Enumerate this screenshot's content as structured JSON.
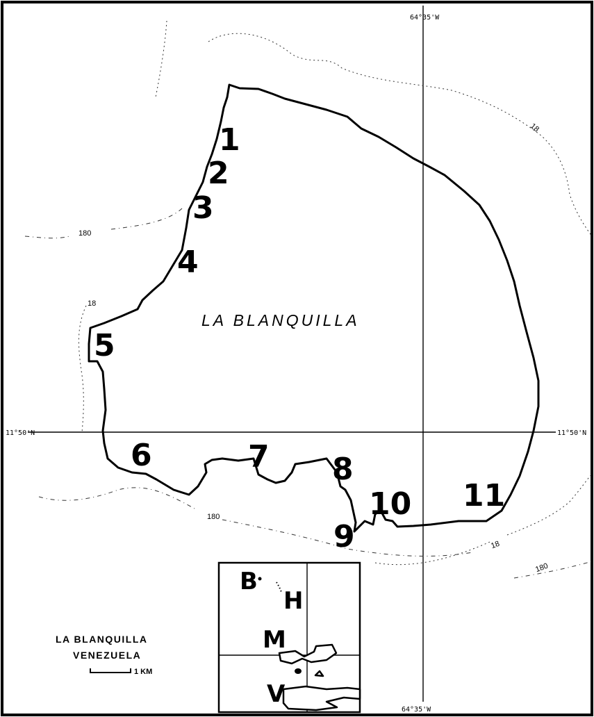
{
  "map": {
    "island_name": "LA BLANQUILLA",
    "top_longitude": "64°35'W",
    "bottom_longitude": "64°35'W",
    "left_latitude": "11°50'N",
    "right_latitude": "11°50'N",
    "depth_contours": [
      "180",
      "18",
      "18",
      "180",
      "18",
      "180"
    ],
    "site_numbers": [
      "1",
      "2",
      "3",
      "4",
      "5",
      "6",
      "7",
      "8",
      "9",
      "10",
      "11"
    ]
  },
  "caption": {
    "line1": "LA BLANQUILLA",
    "line2": "VENEZUELA",
    "scale": "1 KM"
  },
  "inset": {
    "labels": [
      "B",
      "H",
      "M",
      "V"
    ]
  }
}
